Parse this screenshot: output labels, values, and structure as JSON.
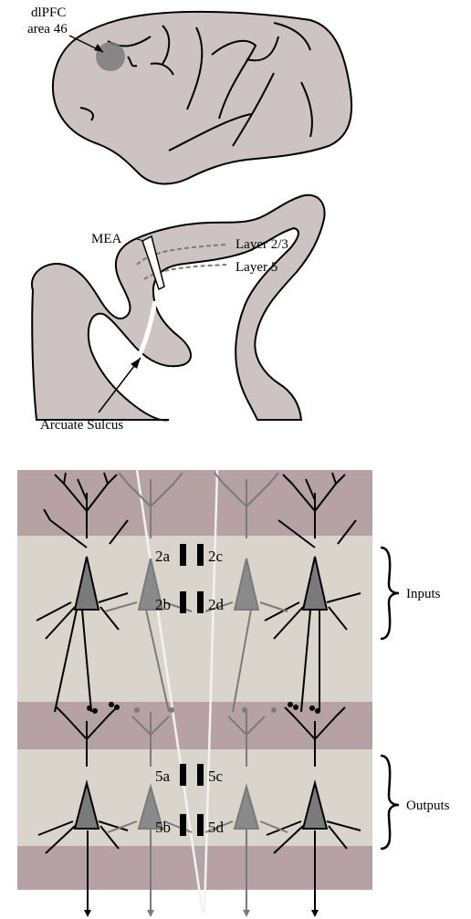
{
  "brain_top": {
    "label_line1": "dlPFC",
    "label_line2": "area 46"
  },
  "section": {
    "mea_label": "MEA",
    "layer23_label": "Layer 2/3",
    "layer5_label": "Layer 5",
    "sulcus_label": "Arcuate Sulcus"
  },
  "circuit": {
    "inputs_label": "Inputs",
    "outputs_label": "Outputs",
    "sites": {
      "s2a": "2a",
      "s2b": "2b",
      "s2c": "2c",
      "s2d": "2d",
      "s5a": "5a",
      "s5b": "5b",
      "s5c": "5c",
      "s5d": "5d"
    }
  },
  "colors": {
    "tissue": "#cdc3c2",
    "tissue_dark": "#b6a2a4",
    "layer_light": "#d9d5cc",
    "site_marker": "#7a7a7a",
    "electrode": "#000000"
  }
}
